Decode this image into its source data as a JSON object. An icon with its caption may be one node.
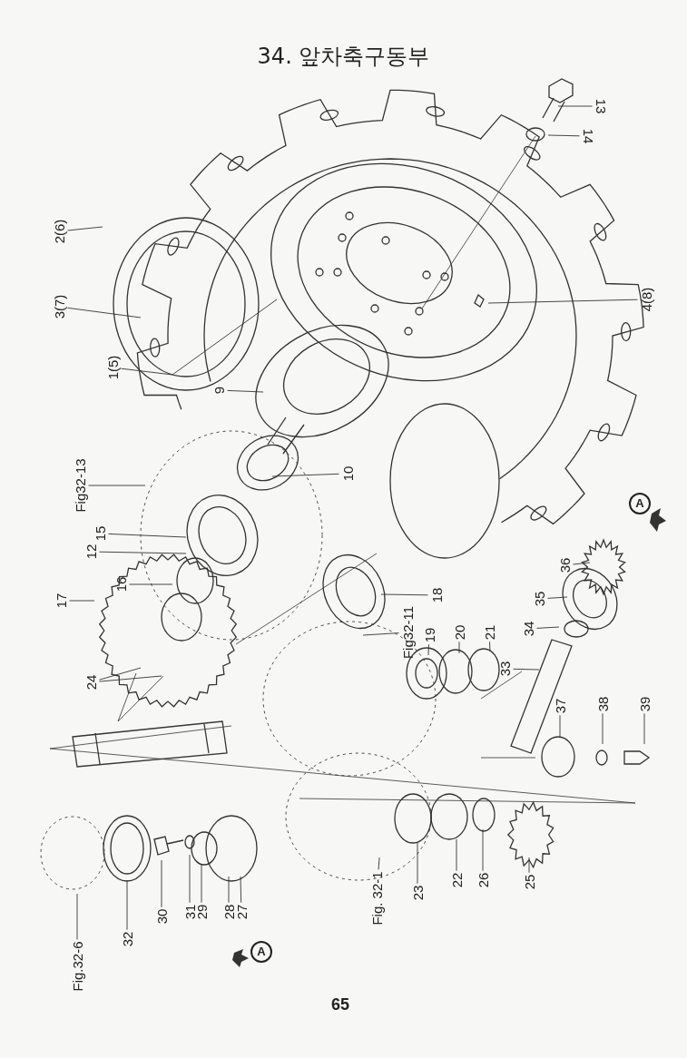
{
  "diagram": {
    "title": "34. 앞차축구동부",
    "nodes": [
      {
        "text": [
          "13"
        ]
      },
      {
        "text": [
          "14"
        ]
      },
      {
        "text": [
          "2(6)"
        ]
      },
      {
        "text": [
          "3(7)"
        ]
      },
      {
        "text": [
          "4(8)"
        ]
      },
      {
        "text": [
          "1(5)"
        ]
      },
      {
        "text": [
          "9"
        ]
      },
      {
        "text": [
          "Fig32-13"
        ]
      },
      {
        "text": [
          "10"
        ]
      },
      {
        "text": [
          "15"
        ]
      },
      {
        "text": [
          "12"
        ]
      },
      {
        "text": [
          "16"
        ]
      },
      {
        "text": [
          "17"
        ]
      },
      {
        "text": [
          "36"
        ]
      },
      {
        "text": [
          "18"
        ]
      },
      {
        "text": [
          "35"
        ]
      },
      {
        "text": [
          "34"
        ]
      },
      {
        "text": [
          "Fig32-11"
        ]
      },
      {
        "text": [
          "19"
        ]
      },
      {
        "text": [
          "20"
        ]
      },
      {
        "text": [
          "21"
        ]
      },
      {
        "text": [
          "33"
        ]
      },
      {
        "text": [
          "24"
        ]
      },
      {
        "text": [
          "37"
        ]
      },
      {
        "text": [
          "38"
        ]
      },
      {
        "text": [
          "39"
        ]
      },
      {
        "text": [
          "25"
        ]
      },
      {
        "text": [
          "26"
        ]
      },
      {
        "text": [
          "22"
        ]
      },
      {
        "text": [
          "23"
        ]
      },
      {
        "text": [
          "Fig. 32-1"
        ]
      },
      {
        "text": [
          "27"
        ]
      },
      {
        "text": [
          "28"
        ]
      },
      {
        "text": [
          "29"
        ]
      },
      {
        "text": [
          "31"
        ]
      },
      {
        "text": [
          "30"
        ]
      },
      {
        "text": [
          "32"
        ]
      },
      {
        "text": [
          "Fig.32-6"
        ]
      }
    ],
    "edges": [
      {
        "from": 0,
        "to": null,
        "arrow": "none"
      },
      {
        "from": 1,
        "to": null,
        "arrow": "none"
      },
      {
        "from": 2,
        "to": null,
        "arrow": "none"
      },
      {
        "from": 3,
        "to": null,
        "arrow": "none"
      },
      {
        "from": 4,
        "to": null,
        "arrow": "none"
      },
      {
        "from": 5,
        "to": null,
        "arrow": "none"
      },
      {
        "from": 6,
        "to": null,
        "arrow": "none"
      },
      {
        "from": 7,
        "to": null,
        "arrow": "none"
      },
      {
        "from": 8,
        "to": null,
        "arrow": "none"
      },
      {
        "from": 9,
        "to": null,
        "arrow": "none"
      },
      {
        "from": 10,
        "to": null,
        "arrow": "none"
      },
      {
        "from": 11,
        "to": null,
        "arrow": "none"
      },
      {
        "from": 12,
        "to": null,
        "arrow": "none"
      },
      {
        "from": 13,
        "to": null,
        "arrow": "none"
      },
      {
        "from": 14,
        "to": null,
        "arrow": "none"
      },
      {
        "from": 15,
        "to": null,
        "arrow": "none"
      },
      {
        "from": 16,
        "to": null,
        "arrow": "none"
      },
      {
        "from": 17,
        "to": null,
        "arrow": "none"
      },
      {
        "from": 18,
        "to": null,
        "arrow": "none"
      },
      {
        "from": 19,
        "to": null,
        "arrow": "none"
      },
      {
        "from": 20,
        "to": null,
        "arrow": "none"
      },
      {
        "from": 21,
        "to": null,
        "arrow": "none"
      },
      {
        "from": 22,
        "to": null,
        "arrow": "none"
      },
      {
        "from": 22,
        "to": null,
        "arrow": "none"
      },
      {
        "from": 23,
        "to": null,
        "arrow": "none"
      },
      {
        "from": 24,
        "to": null,
        "arrow": "none"
      },
      {
        "from": 25,
        "to": null,
        "arrow": "none"
      },
      {
        "from": 26,
        "to": null,
        "arrow": "none"
      },
      {
        "from": 27,
        "to": null,
        "arrow": "none"
      },
      {
        "from": 28,
        "to": null,
        "arrow": "none"
      },
      {
        "from": 29,
        "to": null,
        "arrow": "none"
      },
      {
        "from": 30,
        "to": null,
        "arrow": "none"
      },
      {
        "from": 31,
        "to": null,
        "arrow": "none"
      },
      {
        "from": 32,
        "to": null,
        "arrow": "none"
      },
      {
        "from": 33,
        "to": null,
        "arrow": "none"
      },
      {
        "from": 34,
        "to": null,
        "arrow": "none"
      },
      {
        "from": 35,
        "to": null,
        "arrow": "none"
      },
      {
        "from": 36,
        "to": null,
        "arrow": "none"
      },
      {
        "from": 37,
        "to": null,
        "arrow": "none"
      }
    ],
    "labels": [
      "A",
      "A",
      "65"
    ]
  }
}
